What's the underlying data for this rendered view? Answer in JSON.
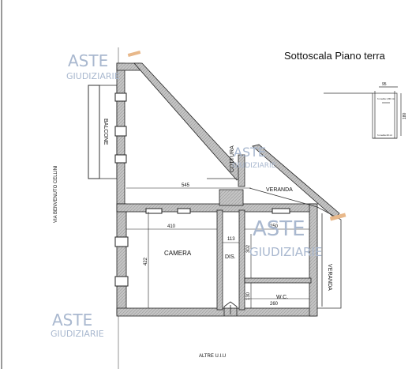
{
  "title": "Sottoscala Piano terra",
  "rooms": {
    "camera": "CAMERA",
    "dis": "DIS.",
    "wc": "W.C.",
    "cottura": "COTTURA",
    "balcone": "BALCONE",
    "veranda_top": "VERANDA",
    "veranda_side": "VERANDA"
  },
  "streets": {
    "via": "VIA BENVENUTO CELLINI",
    "altre": "ALTRE U.I.U"
  },
  "dimensions": {
    "d545": "545",
    "d410": "410",
    "d113": "113",
    "d250": "250",
    "d422": "422",
    "d302": "302",
    "d130": "130",
    "d260": "260",
    "d95": "95",
    "d180": "180"
  },
  "section_notes": {
    "h_top": "h media 1,80 mt",
    "h_bottom": "h media 20 mt"
  },
  "watermarks": {
    "aste": "ASTE",
    "giudiziarie": "GIUDIZIARIE"
  },
  "colors": {
    "wall_fill": "#bdbdbd",
    "line": "#222222",
    "watermark": "#a9b8cf",
    "gavel": "#e8b88a"
  }
}
